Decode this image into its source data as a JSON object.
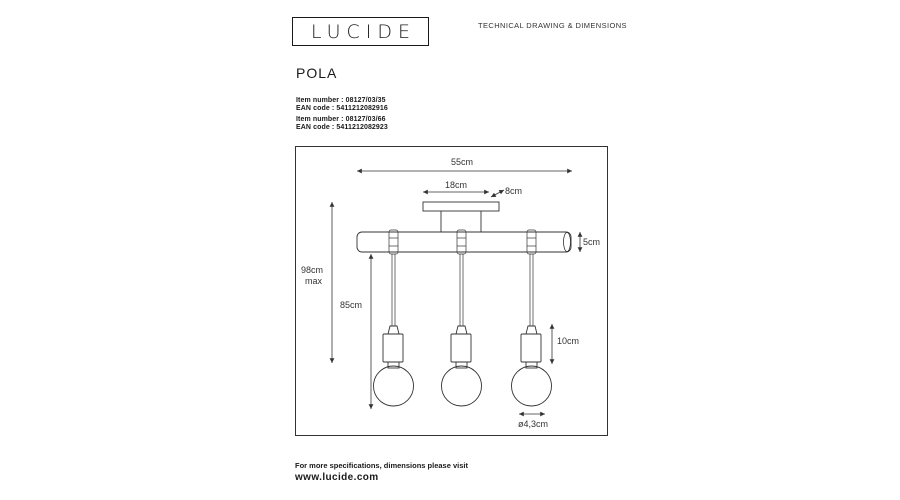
{
  "brand": {
    "logo_text": "LUCIDE"
  },
  "header": {
    "label": "TECHNICAL DRAWING & DIMENSIONS"
  },
  "product": {
    "name": "POLA"
  },
  "items": [
    {
      "item_number": "Item number : 08127/03/35",
      "ean": "EAN code : 5411212082916"
    },
    {
      "item_number": "Item number : 08127/03/66",
      "ean": "EAN code : 5411212082923"
    }
  ],
  "dimensions": {
    "total_width": "55cm",
    "canopy_width": "18cm",
    "canopy_depth": "8cm",
    "bar_height": "5cm",
    "max_height_value": "98cm",
    "max_height_suffix": "max",
    "cable_length": "85cm",
    "holder_height": "10cm",
    "bulb_diameter": "ø4,3cm"
  },
  "footer": {
    "line1": "For more specifications, dimensions please visit",
    "line2": "www.lucide.com"
  }
}
